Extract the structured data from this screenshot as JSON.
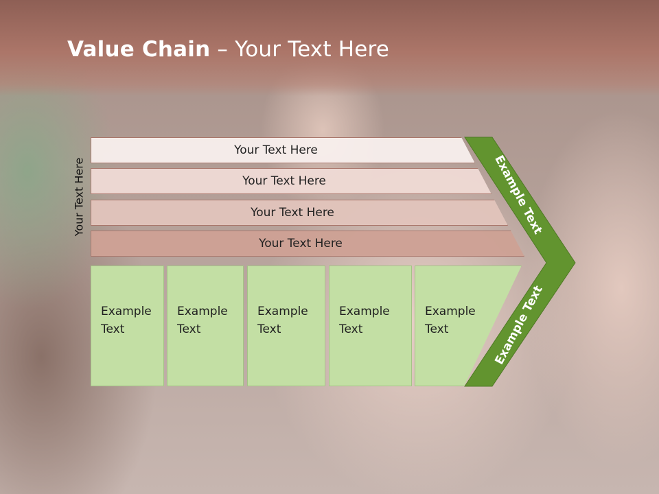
{
  "slide": {
    "title_bold": "Value Chain",
    "title_rest": " – Your Text Here",
    "side_label": "Your Text Here"
  },
  "rows": [
    {
      "label": "Your Text Here"
    },
    {
      "label": "Your Text Here"
    },
    {
      "label": "Your Text Here"
    },
    {
      "label": "Your Text Here"
    }
  ],
  "boxes": [
    {
      "label": "Example\nText"
    },
    {
      "label": "Example\nText"
    },
    {
      "label": "Example\nText"
    },
    {
      "label": "Example\nText"
    },
    {
      "label": "Example\nText"
    }
  ],
  "chevron": {
    "upper_label": "Example Text",
    "lower_label": "Example Text",
    "color": "#62942f"
  },
  "colors": {
    "header_band": "#ac7669",
    "box_fill": "#c3dfa4",
    "title_text": "#ffffff"
  }
}
